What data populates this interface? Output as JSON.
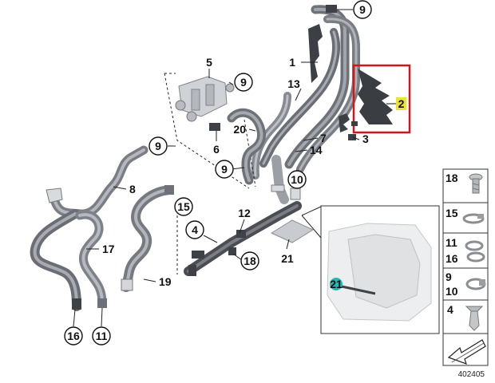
{
  "colors": {
    "hose_dark": "#6e7278",
    "hose_mid": "#8c9096",
    "hose_light": "#b8bcc2",
    "highlight_box": "#d0161c",
    "highlight_label_bg": "#e8e23a",
    "teal_marker": "#27b5b0"
  },
  "callouts": {
    "p1": "1",
    "p2": "2",
    "p3": "3",
    "p4": "4",
    "p5": "5",
    "p6": "6",
    "p7": "7",
    "p8": "8",
    "p9a": "9",
    "p9b": "9",
    "p9c": "9",
    "p9d": "9",
    "p10": "10",
    "p11": "11",
    "p12": "12",
    "p13": "13",
    "p14": "14",
    "p15": "15",
    "p16": "16",
    "p17": "17",
    "p18": "18",
    "p19": "19",
    "p20": "20",
    "p21": "21",
    "inset21": "21"
  },
  "legend": [
    {
      "labels": [
        "18"
      ],
      "icon": "screw-icon"
    },
    {
      "labels": [
        "15"
      ],
      "icon": "hose-clamp-icon"
    },
    {
      "labels": [
        "11",
        "16"
      ],
      "icon": "hose-clamp-icon"
    },
    {
      "labels": [
        "9",
        "10"
      ],
      "icon": "hose-clamp-icon"
    },
    {
      "labels": [
        "4"
      ],
      "icon": "expanding-rivet-icon"
    },
    {
      "labels": [],
      "icon": "arrow-icon"
    }
  ],
  "catalog_number": "402405"
}
